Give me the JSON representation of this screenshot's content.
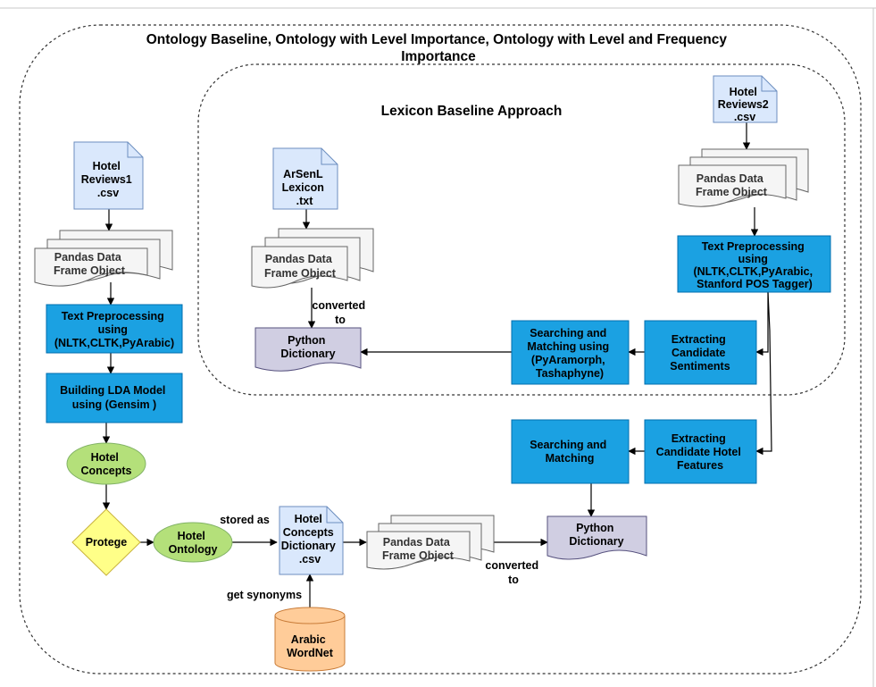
{
  "titles": {
    "outer": [
      "Ontology Baseline, Ontology with Level Importance, Ontology with Level and Frequency",
      "Importance"
    ],
    "inner": "Lexicon Baseline Approach"
  },
  "files": {
    "hotel_reviews1": [
      "Hotel",
      "Reviews1",
      ".csv"
    ],
    "hotel_reviews2": [
      "Hotel",
      "Reviews2",
      ".csv"
    ],
    "arsenl": [
      "ArSenL",
      "Lexicon",
      ".txt"
    ],
    "concepts_dict": [
      "Hotel",
      "Concepts",
      "Dictionary",
      ".csv"
    ]
  },
  "dataframes": {
    "left": [
      "Pandas Data",
      "Frame Object"
    ],
    "middle": [
      "Pandas Data",
      "Frame Object"
    ],
    "right": [
      "Pandas Data",
      "Frame Object"
    ],
    "bottom": [
      "Pandas Data",
      "Frame Object"
    ]
  },
  "process": {
    "text_pre_left": [
      "Text Preprocessing",
      "using",
      "(NLTK,CLTK,PyArabic)"
    ],
    "lda": [
      "Building LDA Model",
      "using (Gensim )"
    ],
    "text_pre_right": [
      "Text Preprocessing",
      "using",
      "(NLTK,CLTK,PyArabic,",
      "Stanford POS Tagger)"
    ],
    "search_pyaramorph": [
      "Searching and",
      "Matching using",
      "(PyAramorph,",
      "Tashaphyne)"
    ],
    "extract_sentiments": [
      "Extracting",
      "Candidate",
      "Sentiments"
    ],
    "search_matching": [
      "Searching and",
      "Matching"
    ],
    "extract_features": [
      "Extracting",
      "Candidate Hotel",
      "Features"
    ]
  },
  "dictionaries": {
    "top": [
      "Python",
      "Dictionary"
    ],
    "bottom": [
      "Python",
      "Dictionary"
    ]
  },
  "ellipses": {
    "hotel_concepts": [
      "Hotel",
      "Concepts"
    ],
    "hotel_ontology": [
      "Hotel",
      "Ontology"
    ]
  },
  "decision": "Protege",
  "database": [
    "Arabic",
    "WordNet"
  ],
  "edge_labels": {
    "converted_top": [
      "converted",
      "to"
    ],
    "stored_as": "stored as",
    "converted_bottom": [
      "converted",
      "to"
    ],
    "get_synonyms": "get synonyms"
  },
  "colors": {
    "process_fill": "#1ba1e2",
    "process_stroke": "#006eaf",
    "file_fill": "#dae8fc",
    "file_stroke": "#6c8ebf",
    "dict_fill": "#d0cee2",
    "dict_stroke": "#56517e",
    "ellipse_fill": "#d5e8d4",
    "ellipse_stroke": "#82b366",
    "ellipse_fill_alt": "#b4e07a",
    "decision_fill": "#ffff88",
    "decision_stroke": "#c8b23c",
    "db_fill": "#ffcc99",
    "db_stroke": "#c87b37",
    "doc_fill": "#f5f5f5",
    "doc_stroke": "#666666"
  }
}
